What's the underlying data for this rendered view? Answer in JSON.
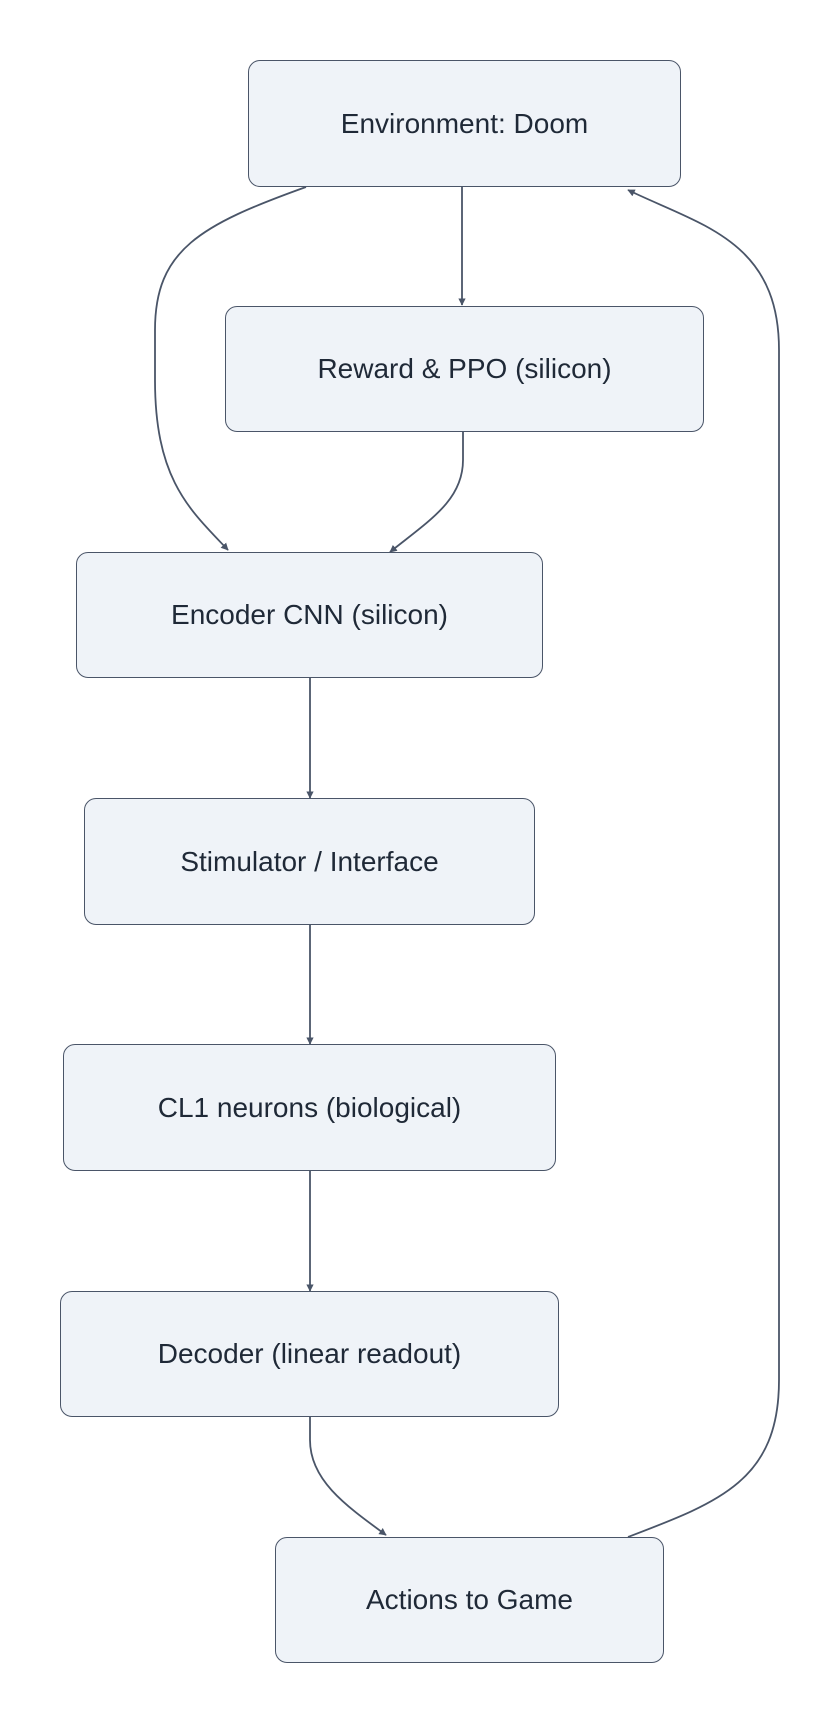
{
  "diagram": {
    "colors": {
      "node_fill": "#eff3f8",
      "node_border": "#4a5568",
      "edge": "#4a5568",
      "text": "#1f2937"
    },
    "nodes": {
      "environment": {
        "label": "Environment: Doom"
      },
      "reward": {
        "label": "Reward & PPO (silicon)"
      },
      "encoder": {
        "label": "Encoder CNN (silicon)"
      },
      "stimulator": {
        "label": "Stimulator / Interface"
      },
      "neurons": {
        "label": "CL1 neurons (biological)"
      },
      "decoder": {
        "label": "Decoder (linear readout)"
      },
      "actions": {
        "label": "Actions to Game"
      }
    },
    "edges": [
      {
        "from": "environment",
        "to": "reward"
      },
      {
        "from": "environment",
        "to": "encoder"
      },
      {
        "from": "reward",
        "to": "encoder"
      },
      {
        "from": "encoder",
        "to": "stimulator"
      },
      {
        "from": "stimulator",
        "to": "neurons"
      },
      {
        "from": "neurons",
        "to": "decoder"
      },
      {
        "from": "decoder",
        "to": "actions"
      },
      {
        "from": "actions",
        "to": "environment"
      }
    ]
  }
}
